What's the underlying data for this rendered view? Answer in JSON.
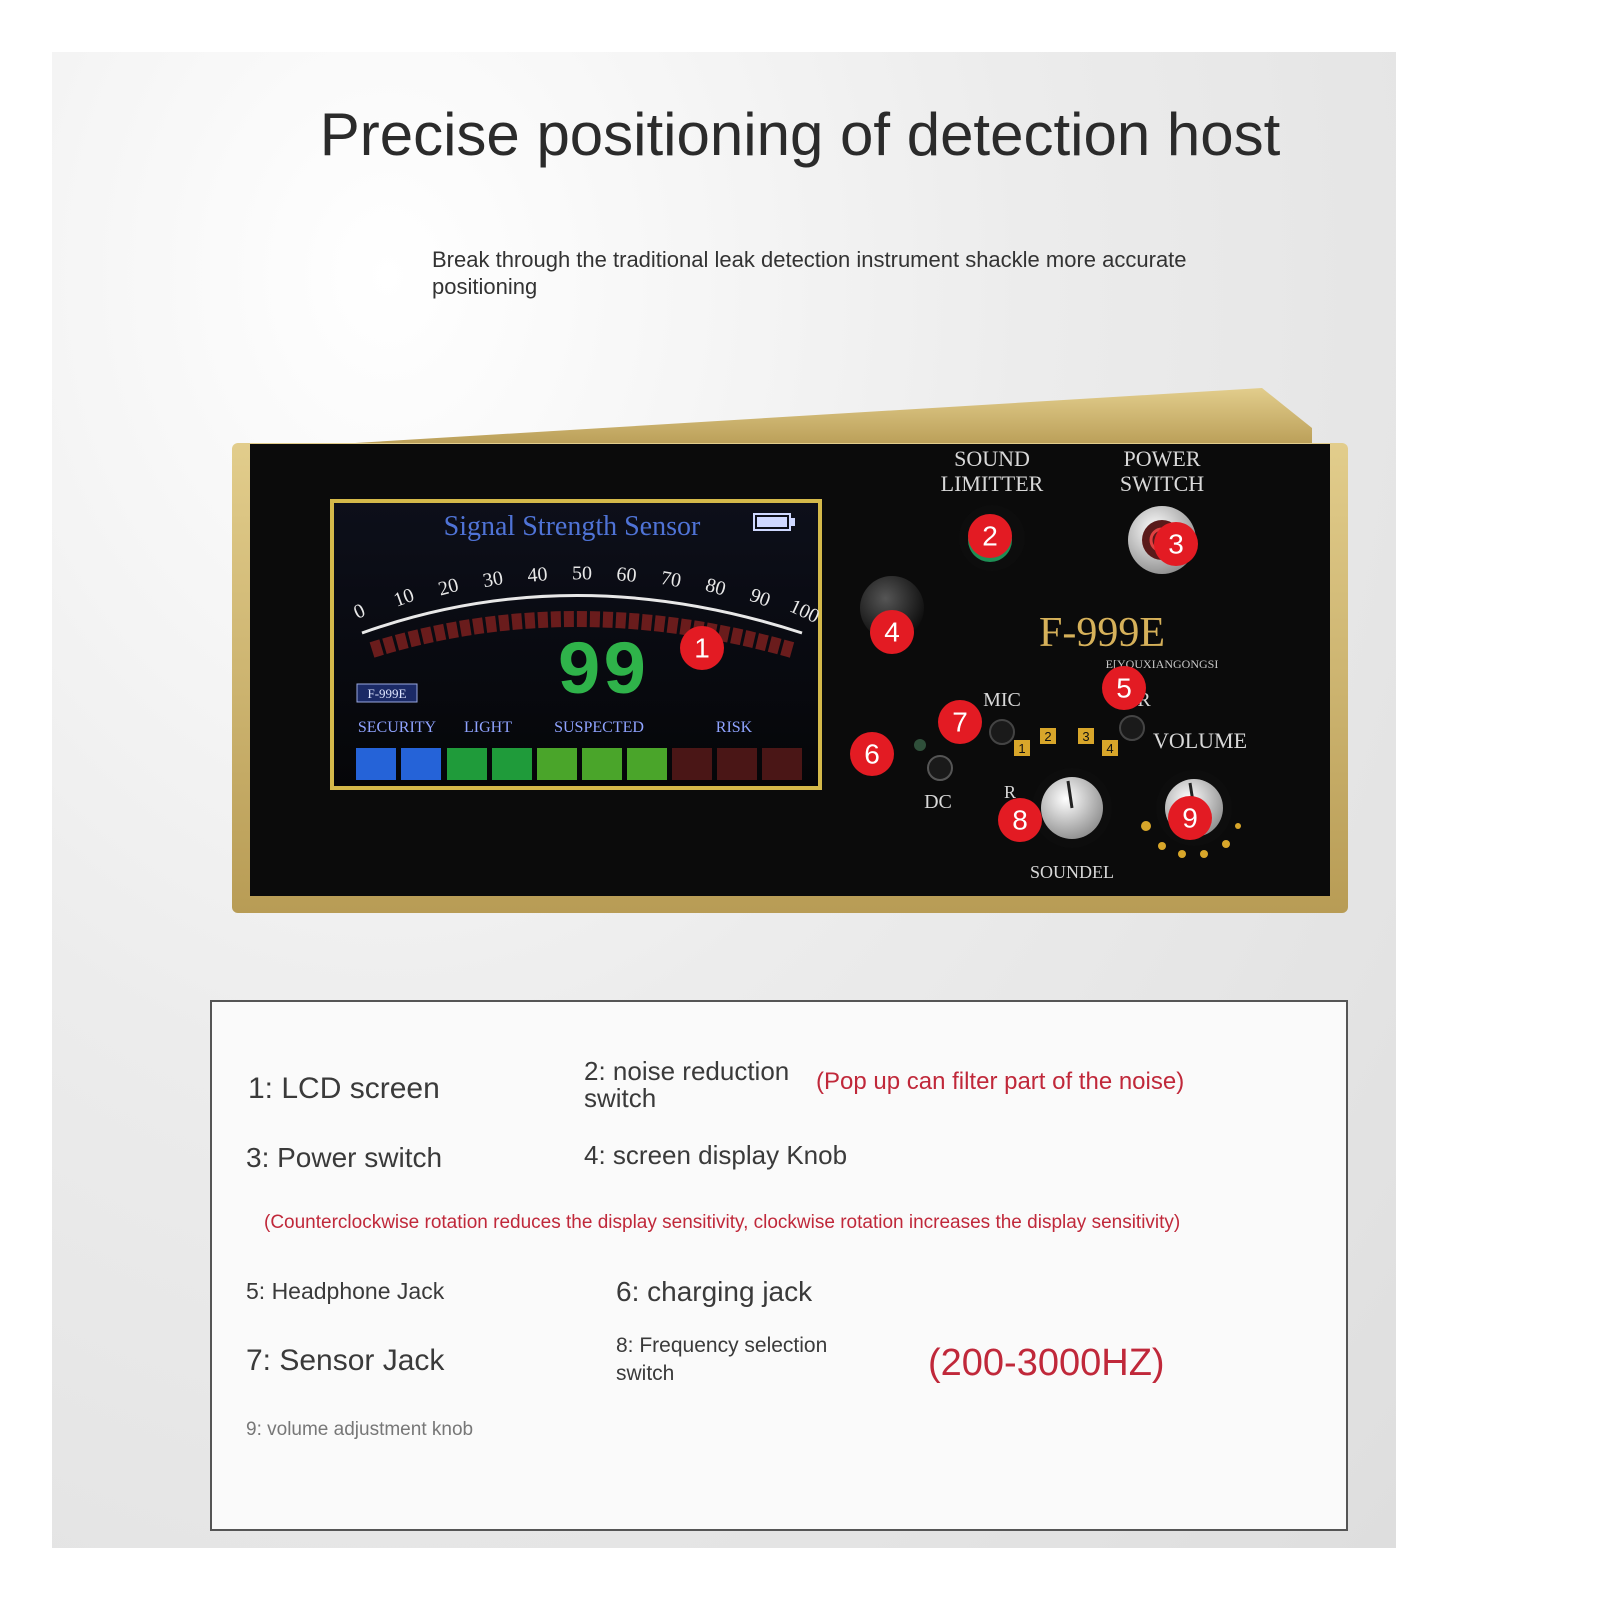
{
  "header": {
    "title": "Precise positioning of detection host",
    "subtitle": "Break through the traditional leak detection instrument shackle more accurate positioning"
  },
  "device": {
    "model": "F-999E",
    "maker_text": "E[YOUXIANGONGSI",
    "lcd": {
      "title": "Signal Strength Sensor",
      "scale_ticks": [
        "0",
        "10",
        "20",
        "30",
        "40",
        "50",
        "60",
        "70",
        "80",
        "90",
        "100"
      ],
      "reading": "99",
      "model_badge": "F-999E",
      "categories": [
        "SECURITY",
        "LIGHT",
        "SUSPECTED",
        "RISK"
      ]
    },
    "labels": {
      "sound_limiter_1": "SOUND",
      "sound_limiter_2": "LIMITTER",
      "power_1": "POWER",
      "power_2": "SWITCH",
      "mic": "MIC",
      "ear_letter": "R",
      "dc": "DC",
      "freq_nums": [
        "1",
        "2",
        "3",
        "4"
      ],
      "volume": "VOLUME",
      "sound_del": "SOUNDEL",
      "freq_r": "R"
    },
    "markers": [
      "1",
      "2",
      "3",
      "4",
      "5",
      "6",
      "7",
      "8",
      "9"
    ]
  },
  "legend": {
    "item1": "1: LCD screen",
    "item2": "2: noise reduction switch",
    "item2_note": "(Pop up can filter part of the noise)",
    "item3": "3: Power switch",
    "item4": "4: screen display Knob",
    "item4_note": "(Counterclockwise rotation reduces the display sensitivity, clockwise rotation increases the display sensitivity)",
    "item5": "5: Headphone Jack",
    "item6": "6: charging jack",
    "item7": "7: Sensor Jack",
    "item8": "8: Frequency selection switch",
    "item8_note": "(200-3000HZ)",
    "item9": "9: volume adjustment knob"
  },
  "colors": {
    "marker": "#e31b23",
    "note_red": "#c0283a",
    "case_gold": "#c9b06c",
    "lcd_frame": "#d4b94a",
    "digits_green": "#2fb34a"
  }
}
